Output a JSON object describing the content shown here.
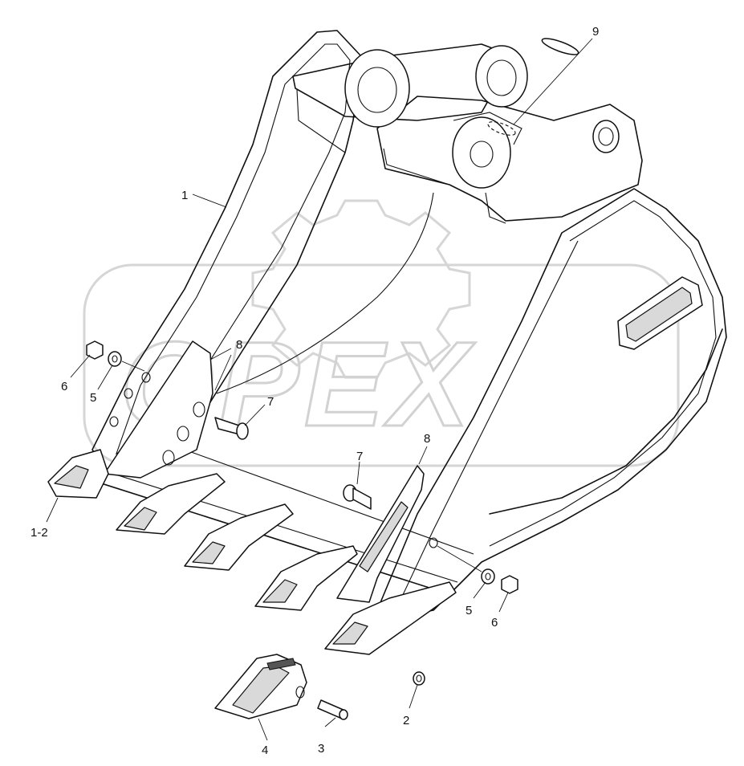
{
  "watermark": {
    "text": "OPEX"
  },
  "corner_mark": "",
  "callouts": [
    {
      "id": "c1",
      "label": "1"
    },
    {
      "id": "c1-2",
      "label": "1-2"
    },
    {
      "id": "c2",
      "label": "2"
    },
    {
      "id": "c3",
      "label": "3"
    },
    {
      "id": "c4",
      "label": "4"
    },
    {
      "id": "c5a",
      "label": "5"
    },
    {
      "id": "c5b",
      "label": "5"
    },
    {
      "id": "c6a",
      "label": "6"
    },
    {
      "id": "c6b",
      "label": "6"
    },
    {
      "id": "c7a",
      "label": "7"
    },
    {
      "id": "c7b",
      "label": "7"
    },
    {
      "id": "c8a",
      "label": "8"
    },
    {
      "id": "c8b",
      "label": "8"
    },
    {
      "id": "c9",
      "label": "9"
    }
  ]
}
